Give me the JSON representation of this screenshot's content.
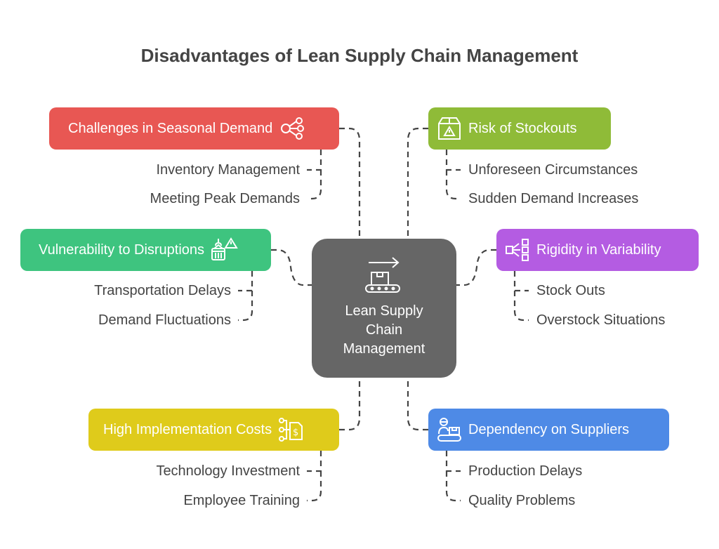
{
  "title": "Disadvantages of Lean Supply Chain Management",
  "center": {
    "label_lines": [
      "Lean Supply",
      "Chain",
      "Management"
    ],
    "icon": "conveyor-box-icon",
    "color": "#666666"
  },
  "branches": [
    {
      "label": "Challenges in Seasonal Demand",
      "icon": "share-nodes-icon",
      "color": "#E85753",
      "items": [
        "Inventory Management",
        "Meeting Peak Demands"
      ]
    },
    {
      "label": "Risk of Stockouts",
      "icon": "box-warning-icon",
      "color": "#8FBB38",
      "items": [
        "Unforeseen Circumstances",
        "Sudden Demand Increases"
      ]
    },
    {
      "label": "Vulnerability to Disruptions",
      "icon": "container-warning-icon",
      "color": "#3EC47F",
      "items": [
        "Transportation Delays",
        "Demand Fluctuations"
      ]
    },
    {
      "label": "Rigidity in Variability",
      "icon": "flow-distribution-icon",
      "color": "#B45CE2",
      "items": [
        "Stock Outs",
        "Overstock Situations"
      ]
    },
    {
      "label": "High Implementation Costs",
      "icon": "cost-flow-icon",
      "color": "#DFCB1B",
      "items": [
        "Technology Investment",
        "Employee Training"
      ]
    },
    {
      "label": "Dependency on Suppliers",
      "icon": "worker-conveyor-icon",
      "color": "#4E8AE6",
      "items": [
        "Production Delays",
        "Quality Problems"
      ]
    }
  ]
}
